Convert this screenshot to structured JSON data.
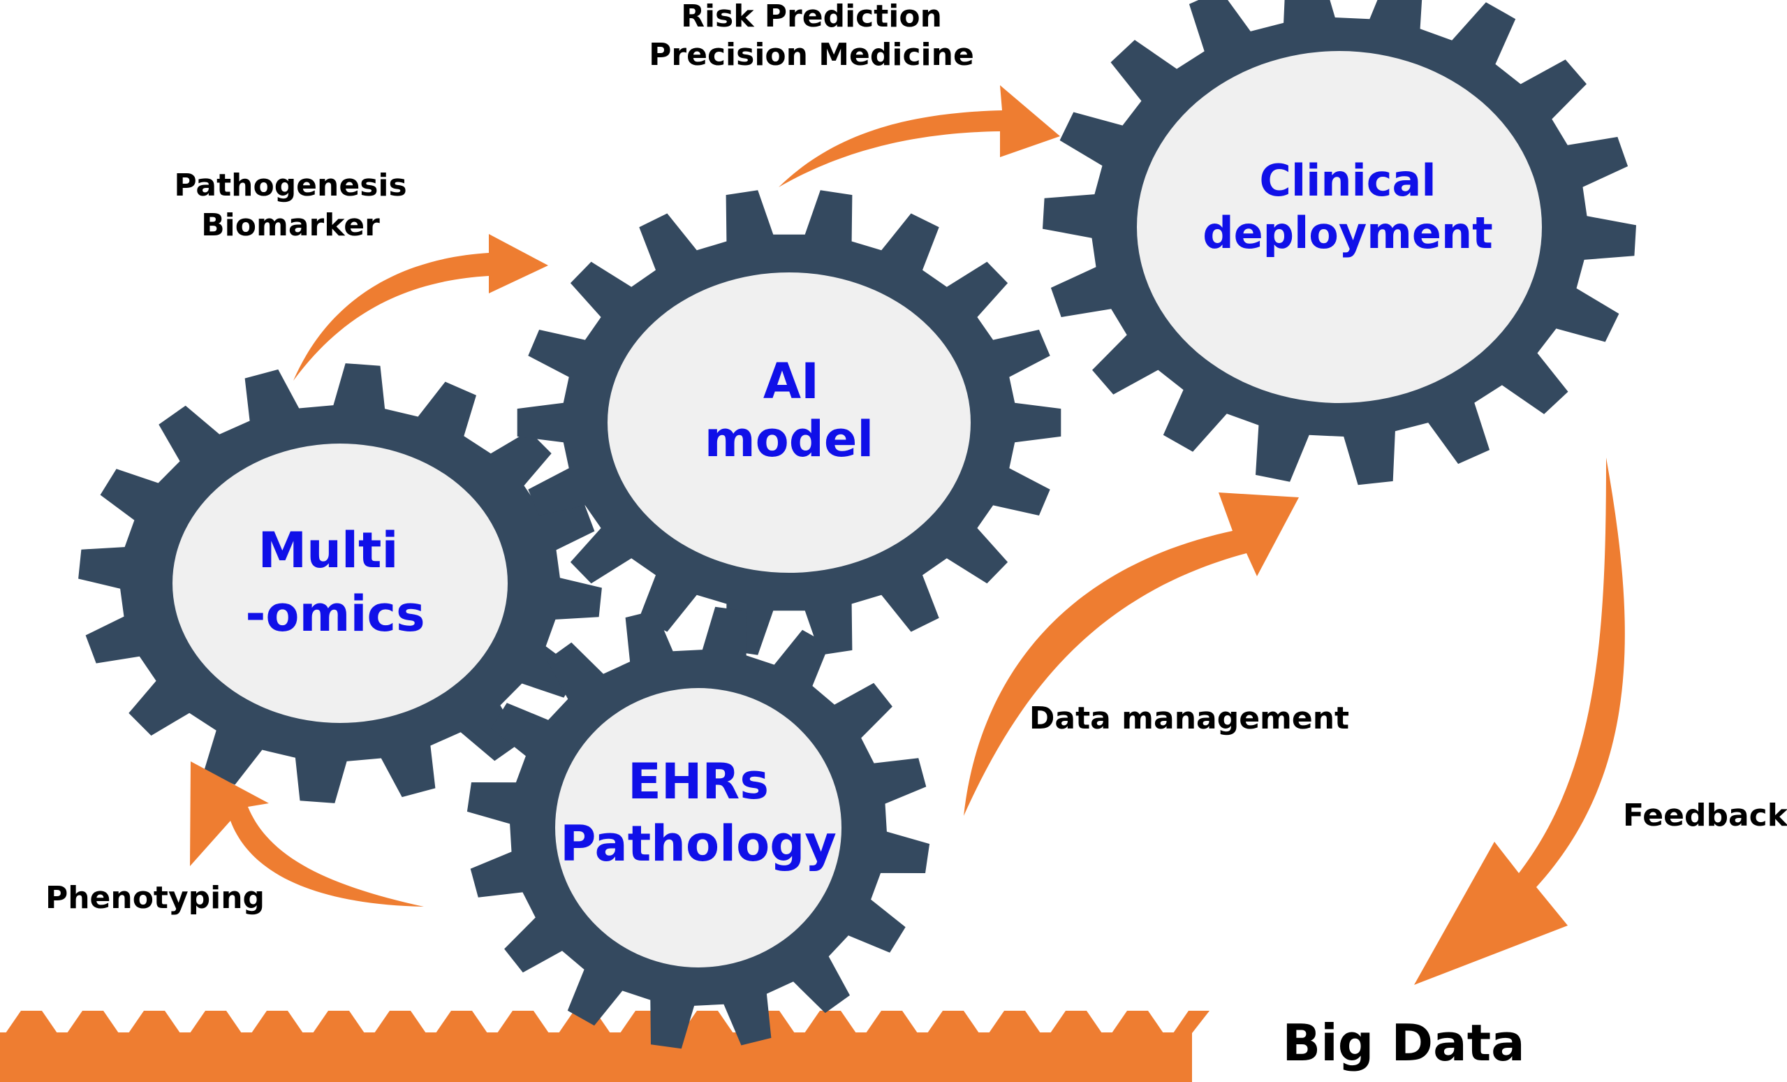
{
  "colors": {
    "gear": "#34495f",
    "gear_face": "#f0f0f0",
    "gear_text": "#1010e8",
    "arrow": "#ee7d31",
    "label_text": "#000000"
  },
  "gears": {
    "multi_omics": {
      "line1": "Multi",
      "line2": "-omics"
    },
    "ai_model": {
      "line1": "AI",
      "line2": "model"
    },
    "ehrs_pathology": {
      "line1": "EHRs",
      "line2": "Pathology"
    },
    "clinical_deployment": {
      "line1": "Clinical",
      "line2": "deployment"
    }
  },
  "labels": {
    "pathogenesis": "Pathogenesis",
    "biomarker": "Biomarker",
    "risk_prediction": "Risk Prediction",
    "precision_medicine": "Precision Medicine",
    "data_management": "Data management",
    "feedback": "Feedback",
    "phenotyping": "Phenotyping",
    "big_data": "Big Data"
  }
}
